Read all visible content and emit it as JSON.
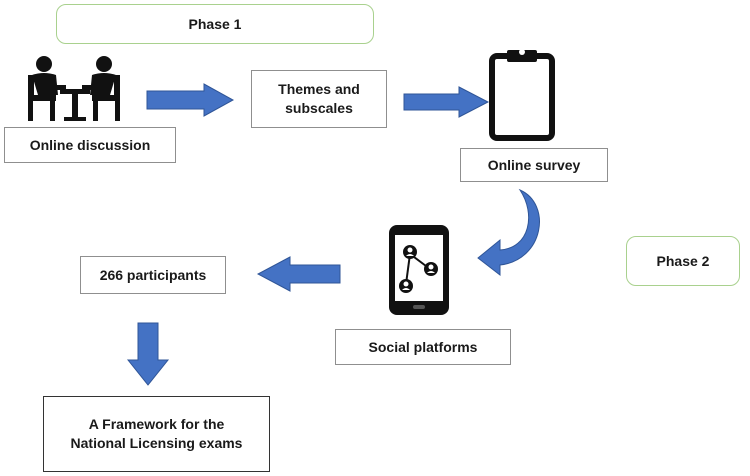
{
  "phases": {
    "phase1": "Phase 1",
    "phase2": "Phase 2"
  },
  "steps": {
    "online_discussion": "Online discussion",
    "themes_line1": "Themes and",
    "themes_line2": "subscales",
    "online_survey": "Online survey",
    "social_platforms": "Social platforms",
    "participants": "266 participants",
    "framework_line1": "A Framework for the",
    "framework_line2": "National Licensing exams"
  },
  "icons": {
    "discussion": "meeting-icon",
    "survey": "clipboard-icon",
    "social": "smartphone-network-icon"
  },
  "colors": {
    "arrow_fill": "#4472c4",
    "arrow_stroke": "#2f5597",
    "phase_border": "#a9d18e"
  }
}
